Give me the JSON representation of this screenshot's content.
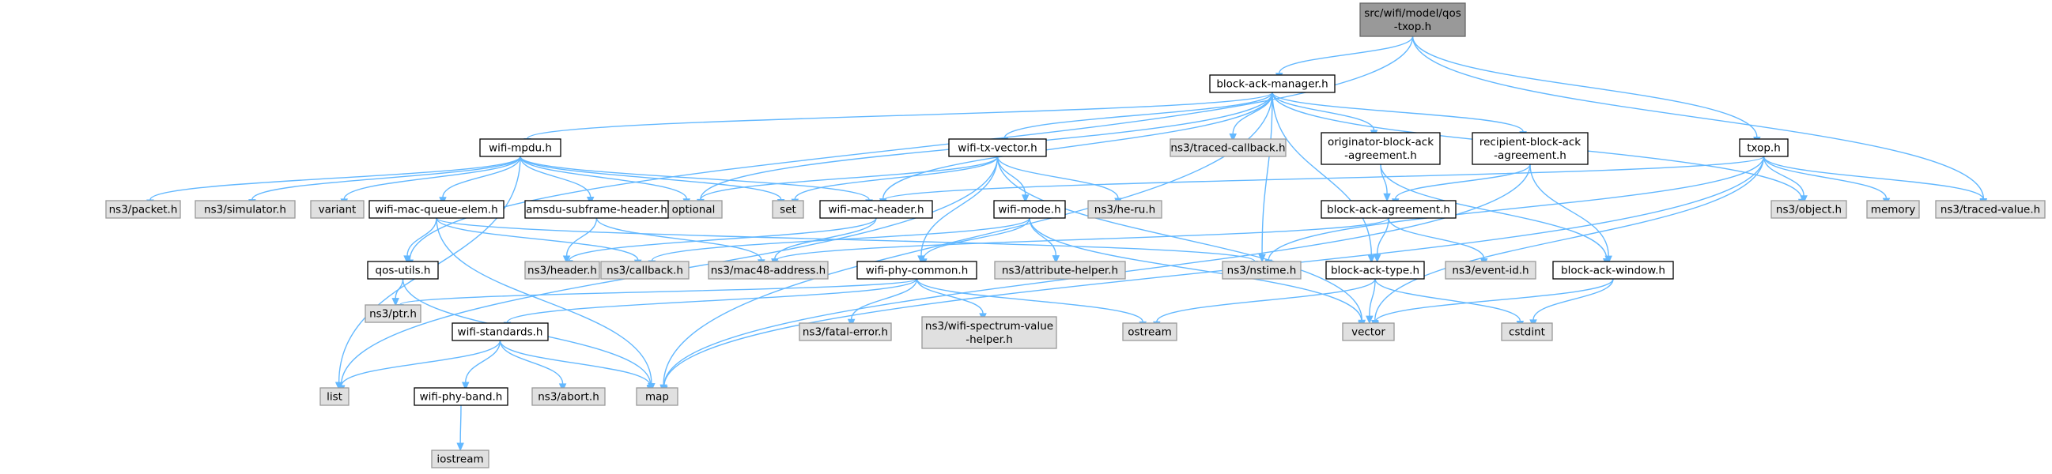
{
  "diagram": {
    "nodes": [
      {
        "id": "root",
        "lines": [
          "src/wifi/model/qos",
          "-txop.h"
        ],
        "kind": "root"
      },
      {
        "id": "bam",
        "lines": [
          "block-ack-manager.h"
        ],
        "kind": "file"
      },
      {
        "id": "wifimpdu",
        "lines": [
          "wifi-mpdu.h"
        ],
        "kind": "file"
      },
      {
        "id": "wifitxvector",
        "lines": [
          "wifi-tx-vector.h"
        ],
        "kind": "file"
      },
      {
        "id": "tracedcallback",
        "lines": [
          "ns3/traced-callback.h"
        ],
        "kind": "ext"
      },
      {
        "id": "oba",
        "lines": [
          "originator-block-ack",
          "-agreement.h"
        ],
        "kind": "file"
      },
      {
        "id": "rba",
        "lines": [
          "recipient-block-ack",
          "-agreement.h"
        ],
        "kind": "file"
      },
      {
        "id": "txop",
        "lines": [
          "txop.h"
        ],
        "kind": "file"
      },
      {
        "id": "packet",
        "lines": [
          "ns3/packet.h"
        ],
        "kind": "ext"
      },
      {
        "id": "simulator",
        "lines": [
          "ns3/simulator.h"
        ],
        "kind": "ext"
      },
      {
        "id": "variant",
        "lines": [
          "variant"
        ],
        "kind": "ext"
      },
      {
        "id": "optional",
        "lines": [
          "optional"
        ],
        "kind": "ext"
      },
      {
        "id": "set",
        "lines": [
          "set"
        ],
        "kind": "ext"
      },
      {
        "id": "wmqe",
        "lines": [
          "wifi-mac-queue-elem.h"
        ],
        "kind": "file"
      },
      {
        "id": "amsdu",
        "lines": [
          "amsdu-subframe-header.h"
        ],
        "kind": "file"
      },
      {
        "id": "wmh",
        "lines": [
          "wifi-mac-header.h"
        ],
        "kind": "file"
      },
      {
        "id": "wifimode",
        "lines": [
          "wifi-mode.h"
        ],
        "kind": "file"
      },
      {
        "id": "heru",
        "lines": [
          "ns3/he-ru.h"
        ],
        "kind": "ext"
      },
      {
        "id": "baa",
        "lines": [
          "block-ack-agreement.h"
        ],
        "kind": "file"
      },
      {
        "id": "object",
        "lines": [
          "ns3/object.h"
        ],
        "kind": "ext"
      },
      {
        "id": "memory",
        "lines": [
          "memory"
        ],
        "kind": "ext"
      },
      {
        "id": "tracedvalue",
        "lines": [
          "ns3/traced-value.h"
        ],
        "kind": "ext"
      },
      {
        "id": "qosutils",
        "lines": [
          "qos-utils.h"
        ],
        "kind": "file"
      },
      {
        "id": "header",
        "lines": [
          "ns3/header.h"
        ],
        "kind": "ext"
      },
      {
        "id": "callback",
        "lines": [
          "ns3/callback.h"
        ],
        "kind": "ext"
      },
      {
        "id": "mac48",
        "lines": [
          "ns3/mac48-address.h"
        ],
        "kind": "ext"
      },
      {
        "id": "wpc",
        "lines": [
          "wifi-phy-common.h"
        ],
        "kind": "file"
      },
      {
        "id": "attrhelper",
        "lines": [
          "ns3/attribute-helper.h"
        ],
        "kind": "ext"
      },
      {
        "id": "nstime",
        "lines": [
          "ns3/nstime.h"
        ],
        "kind": "ext"
      },
      {
        "id": "bat",
        "lines": [
          "block-ack-type.h"
        ],
        "kind": "file"
      },
      {
        "id": "eventid",
        "lines": [
          "ns3/event-id.h"
        ],
        "kind": "ext"
      },
      {
        "id": "baw",
        "lines": [
          "block-ack-window.h"
        ],
        "kind": "file"
      },
      {
        "id": "ptr",
        "lines": [
          "ns3/ptr.h"
        ],
        "kind": "ext"
      },
      {
        "id": "wifistd",
        "lines": [
          "wifi-standards.h"
        ],
        "kind": "file"
      },
      {
        "id": "fatalerror",
        "lines": [
          "ns3/fatal-error.h"
        ],
        "kind": "ext"
      },
      {
        "id": "wsvh",
        "lines": [
          "ns3/wifi-spectrum-value",
          "-helper.h"
        ],
        "kind": "ext"
      },
      {
        "id": "ostream",
        "lines": [
          "ostream"
        ],
        "kind": "ext"
      },
      {
        "id": "vector",
        "lines": [
          "vector"
        ],
        "kind": "ext"
      },
      {
        "id": "cstdint",
        "lines": [
          "cstdint"
        ],
        "kind": "ext"
      },
      {
        "id": "list",
        "lines": [
          "list"
        ],
        "kind": "ext"
      },
      {
        "id": "map",
        "lines": [
          "map"
        ],
        "kind": "ext"
      },
      {
        "id": "wifiphyband",
        "lines": [
          "wifi-phy-band.h"
        ],
        "kind": "file"
      },
      {
        "id": "abort",
        "lines": [
          "ns3/abort.h"
        ],
        "kind": "ext"
      },
      {
        "id": "iostream",
        "lines": [
          "iostream"
        ],
        "kind": "ext"
      }
    ],
    "edges": [
      [
        "root",
        "bam"
      ],
      [
        "root",
        "txop"
      ],
      [
        "root",
        "tracedvalue"
      ],
      [
        "root",
        "qosutils"
      ],
      [
        "bam",
        "wifimpdu"
      ],
      [
        "bam",
        "wifitxvector"
      ],
      [
        "bam",
        "tracedcallback"
      ],
      [
        "bam",
        "oba"
      ],
      [
        "bam",
        "rba"
      ],
      [
        "bam",
        "optional"
      ],
      [
        "bam",
        "wmh"
      ],
      [
        "bam",
        "object"
      ],
      [
        "bam",
        "nstime"
      ],
      [
        "bam",
        "bat"
      ],
      [
        "bam",
        "map"
      ],
      [
        "wifimpdu",
        "packet"
      ],
      [
        "wifimpdu",
        "simulator"
      ],
      [
        "wifimpdu",
        "variant"
      ],
      [
        "wifimpdu",
        "optional"
      ],
      [
        "wifimpdu",
        "set"
      ],
      [
        "wifimpdu",
        "wmqe"
      ],
      [
        "wifimpdu",
        "amsdu"
      ],
      [
        "wifimpdu",
        "wmh"
      ],
      [
        "wifimpdu",
        "list"
      ],
      [
        "wifitxvector",
        "optional"
      ],
      [
        "wifitxvector",
        "set"
      ],
      [
        "wifitxvector",
        "wifimode"
      ],
      [
        "wifitxvector",
        "heru"
      ],
      [
        "wifitxvector",
        "wpc"
      ],
      [
        "wifitxvector",
        "vector"
      ],
      [
        "wifitxvector",
        "list"
      ],
      [
        "oba",
        "baa"
      ],
      [
        "oba",
        "baw"
      ],
      [
        "rba",
        "baa"
      ],
      [
        "rba",
        "baw"
      ],
      [
        "rba",
        "map"
      ],
      [
        "txop",
        "wmh"
      ],
      [
        "txop",
        "object"
      ],
      [
        "txop",
        "memory"
      ],
      [
        "txop",
        "tracedvalue"
      ],
      [
        "txop",
        "nstime"
      ],
      [
        "txop",
        "vector"
      ],
      [
        "txop",
        "map"
      ],
      [
        "wmqe",
        "qosutils"
      ],
      [
        "wmqe",
        "callback"
      ],
      [
        "wmqe",
        "nstime"
      ],
      [
        "wmqe",
        "map"
      ],
      [
        "amsdu",
        "header"
      ],
      [
        "amsdu",
        "mac48"
      ],
      [
        "wmh",
        "header"
      ],
      [
        "wmh",
        "mac48"
      ],
      [
        "wifimode",
        "callback"
      ],
      [
        "wifimode",
        "attrhelper"
      ],
      [
        "wifimode",
        "wpc"
      ],
      [
        "wifimode",
        "vector"
      ],
      [
        "baa",
        "mac48"
      ],
      [
        "baa",
        "bat"
      ],
      [
        "baa",
        "eventid"
      ],
      [
        "qosutils",
        "ptr"
      ],
      [
        "qosutils",
        "map"
      ],
      [
        "wpc",
        "ptr"
      ],
      [
        "wpc",
        "wifistd"
      ],
      [
        "wpc",
        "fatalerror"
      ],
      [
        "wpc",
        "wsvh"
      ],
      [
        "wpc",
        "ostream"
      ],
      [
        "bat",
        "ostream"
      ],
      [
        "bat",
        "vector"
      ],
      [
        "bat",
        "cstdint"
      ],
      [
        "baw",
        "vector"
      ],
      [
        "baw",
        "cstdint"
      ],
      [
        "wifistd",
        "list"
      ],
      [
        "wifistd",
        "map"
      ],
      [
        "wifistd",
        "wifiphyband"
      ],
      [
        "wifistd",
        "abort"
      ],
      [
        "wifiphyband",
        "iostream"
      ]
    ]
  }
}
